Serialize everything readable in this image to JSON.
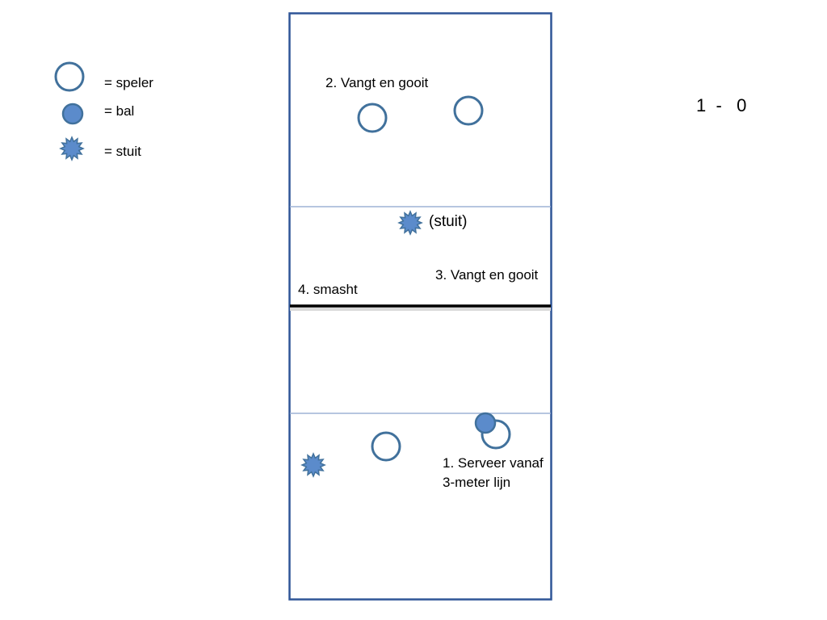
{
  "colors": {
    "outline": "#41719C",
    "fill": "#5B8BCB",
    "court_line": "#2F5597",
    "thin_line": "#9DB3D6",
    "net": "#000000"
  },
  "legend": {
    "player_label": "= speler",
    "ball_label": "= bal",
    "block_label": "= stuit"
  },
  "court": {
    "steps": {
      "step1_line1": "1. Serveer vanaf",
      "step1_line2": "3-meter lijn",
      "step2": "2. Vangt en gooit",
      "step3": "3. Vangt en gooit",
      "step4": "4. smasht"
    },
    "stuit_note": "(stuit)"
  },
  "score": {
    "text": "1  -   0"
  }
}
